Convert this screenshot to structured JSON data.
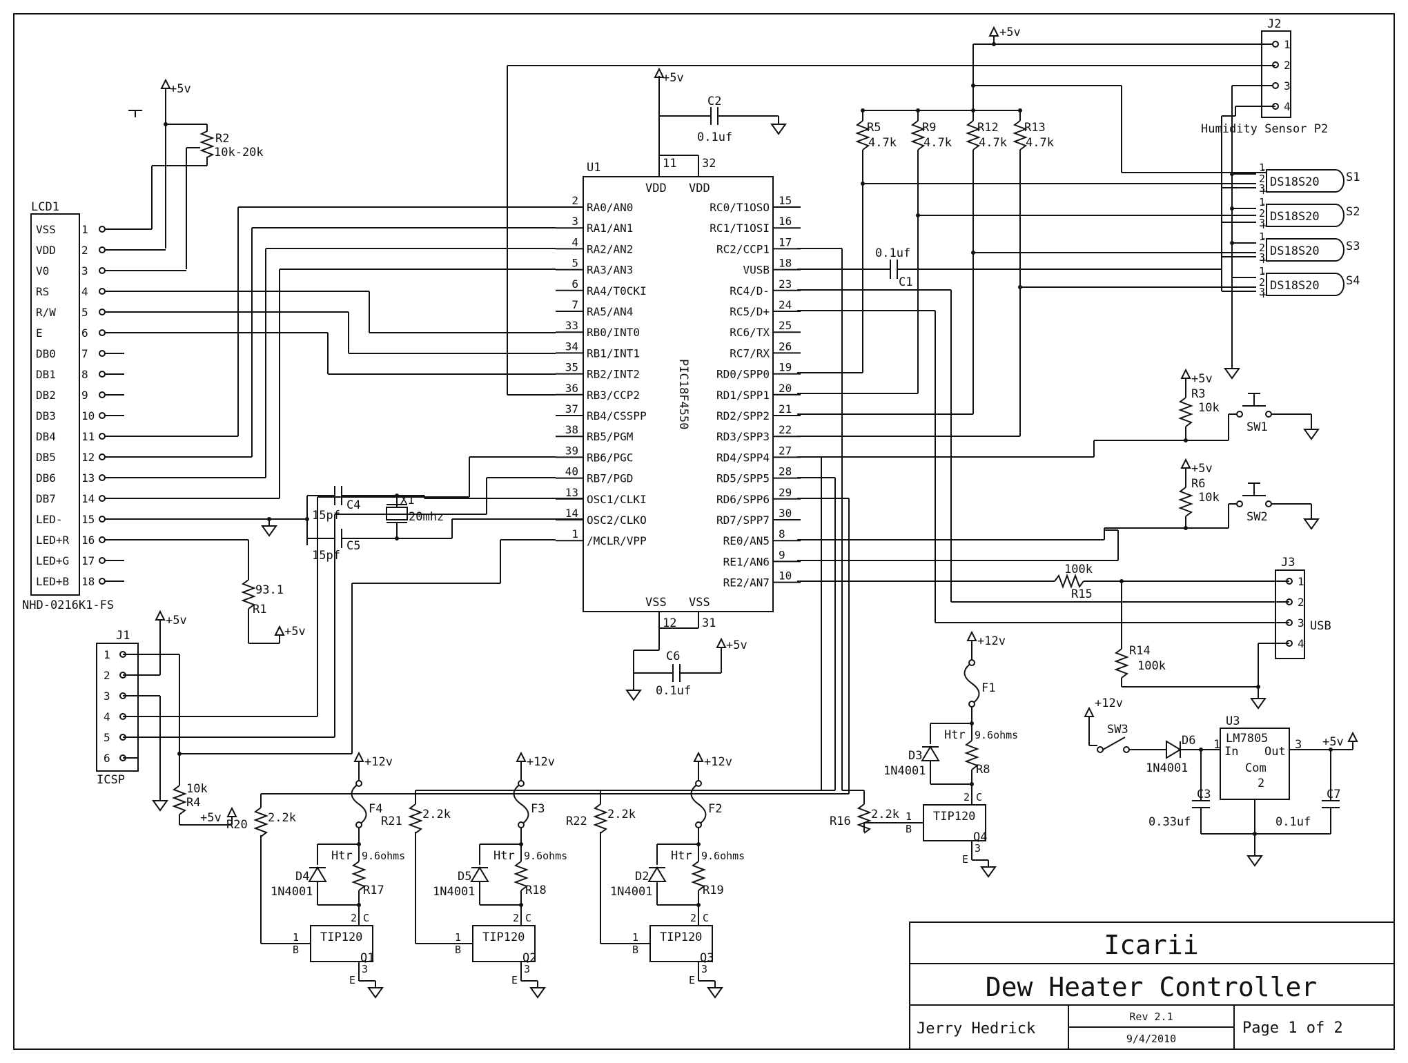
{
  "title_block": {
    "project": "Icarii",
    "title": "Dew Heater Controller",
    "author": "Jerry Hedrick",
    "revision": "Rev 2.1",
    "date": "9/4/2010",
    "page": "Page 1 of 2"
  },
  "mcu": {
    "ref": "U1",
    "part": "PIC18F4550",
    "vdd_label": "VDD",
    "vss_label": "VSS",
    "vdd_pins": [
      "11",
      "32"
    ],
    "vss_pins": [
      "12",
      "31"
    ],
    "left_pins": [
      {
        "num": "2",
        "name": "RA0/AN0"
      },
      {
        "num": "3",
        "name": "RA1/AN1"
      },
      {
        "num": "4",
        "name": "RA2/AN2"
      },
      {
        "num": "5",
        "name": "RA3/AN3"
      },
      {
        "num": "6",
        "name": "RA4/T0CKI"
      },
      {
        "num": "7",
        "name": "RA5/AN4"
      },
      {
        "num": "33",
        "name": "RB0/INT0"
      },
      {
        "num": "34",
        "name": "RB1/INT1"
      },
      {
        "num": "35",
        "name": "RB2/INT2"
      },
      {
        "num": "36",
        "name": "RB3/CCP2"
      },
      {
        "num": "37",
        "name": "RB4/CSSPP"
      },
      {
        "num": "38",
        "name": "RB5/PGM"
      },
      {
        "num": "39",
        "name": "RB6/PGC"
      },
      {
        "num": "40",
        "name": "RB7/PGD"
      },
      {
        "num": "13",
        "name": "OSC1/CLKI"
      },
      {
        "num": "14",
        "name": "OSC2/CLKO"
      },
      {
        "num": "1",
        "name": "/MCLR/VPP"
      }
    ],
    "right_pins": [
      {
        "num": "15",
        "name": "RC0/T1OSO"
      },
      {
        "num": "16",
        "name": "RC1/T1OSI"
      },
      {
        "num": "17",
        "name": "RC2/CCP1"
      },
      {
        "num": "18",
        "name": "VUSB"
      },
      {
        "num": "23",
        "name": "RC4/D-"
      },
      {
        "num": "24",
        "name": "RC5/D+"
      },
      {
        "num": "25",
        "name": "RC6/TX"
      },
      {
        "num": "26",
        "name": "RC7/RX"
      },
      {
        "num": "19",
        "name": "RD0/SPP0"
      },
      {
        "num": "20",
        "name": "RD1/SPP1"
      },
      {
        "num": "21",
        "name": "RD2/SPP2"
      },
      {
        "num": "22",
        "name": "RD3/SPP3"
      },
      {
        "num": "27",
        "name": "RD4/SPP4"
      },
      {
        "num": "28",
        "name": "RD5/SPP5"
      },
      {
        "num": "29",
        "name": "RD6/SPP6"
      },
      {
        "num": "30",
        "name": "RD7/SPP7"
      },
      {
        "num": "8",
        "name": "RE0/AN5"
      },
      {
        "num": "9",
        "name": "RE1/AN6"
      },
      {
        "num": "10",
        "name": "RE2/AN7"
      }
    ]
  },
  "lcd": {
    "ref": "LCD1",
    "part": "NHD-0216K1-FS",
    "pins": [
      {
        "name": "VSS",
        "num": "1"
      },
      {
        "name": "VDD",
        "num": "2"
      },
      {
        "name": "V0",
        "num": "3"
      },
      {
        "name": "RS",
        "num": "4"
      },
      {
        "name": "R/W",
        "num": "5"
      },
      {
        "name": "E",
        "num": "6"
      },
      {
        "name": "DB0",
        "num": "7"
      },
      {
        "name": "DB1",
        "num": "8"
      },
      {
        "name": "DB2",
        "num": "9"
      },
      {
        "name": "DB3",
        "num": "10"
      },
      {
        "name": "DB4",
        "num": "11"
      },
      {
        "name": "DB5",
        "num": "12"
      },
      {
        "name": "DB6",
        "num": "13"
      },
      {
        "name": "DB7",
        "num": "14"
      },
      {
        "name": "LED-",
        "num": "15"
      },
      {
        "name": "LED+R",
        "num": "16"
      },
      {
        "name": "LED+G",
        "num": "17"
      },
      {
        "name": "LED+B",
        "num": "18"
      }
    ]
  },
  "icsp": {
    "ref": "J1",
    "name": "ICSP",
    "pins": [
      "1",
      "2",
      "3",
      "4",
      "5",
      "6"
    ]
  },
  "humidity": {
    "ref": "J2",
    "name": "Humidity Sensor P2",
    "pins": [
      "1",
      "2",
      "3",
      "4"
    ]
  },
  "usb": {
    "ref": "J3",
    "name": "USB",
    "pins": [
      "1",
      "2",
      "3",
      "4"
    ]
  },
  "sensors": [
    {
      "ref": "S1",
      "part": "DS18S20"
    },
    {
      "ref": "S2",
      "part": "DS18S20"
    },
    {
      "ref": "S3",
      "part": "DS18S20"
    },
    {
      "ref": "S4",
      "part": "DS18S20"
    }
  ],
  "sensor_pins": [
    "1",
    "2",
    "3"
  ],
  "sensor_marks": {
    "minus": "-",
    "plus": "+"
  },
  "power": {
    "p5": "+5v",
    "p12": "+12v"
  },
  "resistors": {
    "R1": "93.1",
    "R2": "10k-20k",
    "R3": "10k",
    "R4": "10k",
    "R5": "4.7k",
    "R6": "10k",
    "R9": "4.7k",
    "R12": "4.7k",
    "R13": "4.7k",
    "R14": "100k",
    "R15": "100k",
    "R16": "2.2k",
    "R20": "2.2k",
    "R21": "2.2k",
    "R22": "2.2k"
  },
  "caps": {
    "C1": "0.1uf",
    "C2": "0.1uf",
    "C3": "0.33uf",
    "C4": "15pf",
    "C5": "15pf",
    "C6": "0.1uf",
    "C7": "0.1uf"
  },
  "crystal": {
    "ref": "X1",
    "value": "20mhz"
  },
  "regulator": {
    "ref": "U3",
    "part": "LM7805",
    "in": "In",
    "out": "Out",
    "com": "Com",
    "pin_in": "1",
    "pin_out": "3",
    "pin_com": "2"
  },
  "switches": [
    "SW1",
    "SW2",
    "SW3"
  ],
  "diode_part": "1N4001",
  "transistor_part": "TIP120",
  "heater": {
    "label": "Htr",
    "value": "9.6ohms"
  },
  "bjt_pins": {
    "b": "B",
    "c": "C",
    "e": "E",
    "pb": "1",
    "pc": "2",
    "pe": "3"
  },
  "heater_channels": [
    {
      "q": "Q1",
      "fuse": "F4",
      "diode": "D4",
      "res": "R17",
      "base_res": "R20"
    },
    {
      "q": "Q2",
      "fuse": "F3",
      "diode": "D5",
      "res": "R18",
      "base_res": "R21"
    },
    {
      "q": "Q3",
      "fuse": "F2",
      "diode": "D2",
      "res": "R19",
      "base_res": "R22"
    },
    {
      "q": "Q4",
      "fuse": "F1",
      "diode": "D3",
      "res": "R8",
      "base_res": "R16"
    }
  ],
  "d6": "D6"
}
